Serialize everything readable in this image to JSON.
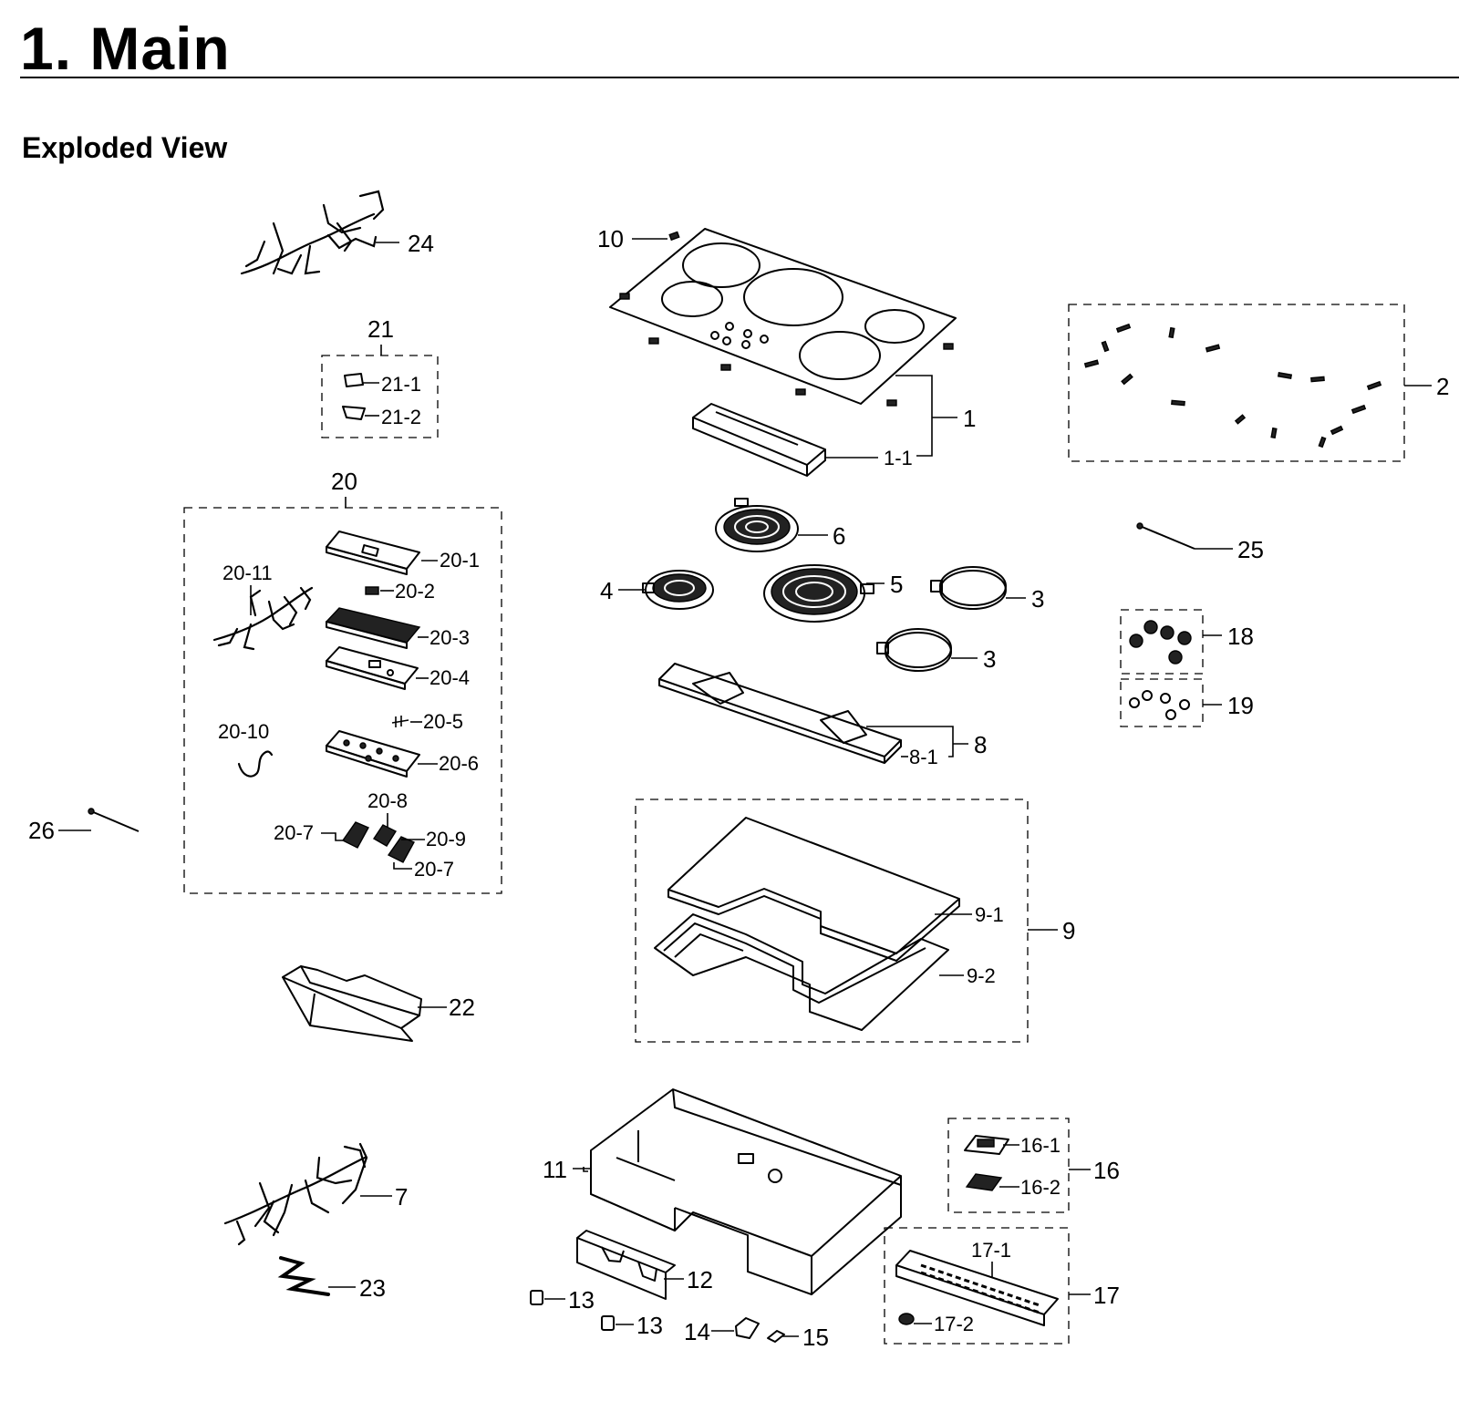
{
  "header": {
    "title": "1.  Main",
    "subtitle": "Exploded View"
  },
  "diagram": {
    "part_labels": {
      "p1": "1",
      "p1_1": "1-1",
      "p2": "2",
      "p3a": "3",
      "p3b": "3",
      "p4": "4",
      "p5": "5",
      "p6": "6",
      "p7": "7",
      "p8": "8",
      "p8_1": "8-1",
      "p9": "9",
      "p9_1": "9-1",
      "p9_2": "9-2",
      "p10": "10",
      "p11": "11",
      "p12": "12",
      "p13a": "13",
      "p13b": "13",
      "p14": "14",
      "p15": "15",
      "p16": "16",
      "p16_1": "16-1",
      "p16_2": "16-2",
      "p17": "17",
      "p17_1": "17-1",
      "p17_2": "17-2",
      "p18": "18",
      "p19": "19",
      "p20": "20",
      "p20_1": "20-1",
      "p20_2": "20-2",
      "p20_3": "20-3",
      "p20_4": "20-4",
      "p20_5": "20-5",
      "p20_6": "20-6",
      "p20_7a": "20-7",
      "p20_7b": "20-7",
      "p20_8": "20-8",
      "p20_9": "20-9",
      "p20_10": "20-10",
      "p20_11": "20-11",
      "p21": "21",
      "p21_1": "21-1",
      "p21_2": "21-2",
      "p22": "22",
      "p23": "23",
      "p24": "24",
      "p25": "25",
      "p26": "26"
    }
  }
}
